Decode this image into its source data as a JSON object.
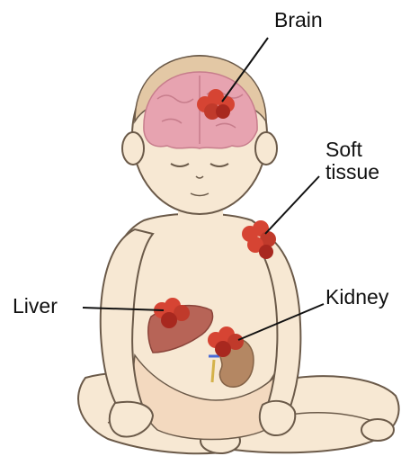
{
  "labels": {
    "brain": "Brain",
    "soft_tissue_line1": "Soft",
    "soft_tissue_line2": "tissue",
    "liver": "Liver",
    "kidney": "Kidney"
  },
  "colors": {
    "skin": "#f7e8d3",
    "skin_outline": "#6b5a49",
    "hair": "#e3c8a5",
    "brain": "#e7a3b0",
    "tumor": "#d64433",
    "tumor_dark": "#a8281f",
    "liver": "#b76457",
    "kidney": "#b48763",
    "leader_line": "#111111"
  },
  "icons": {
    "figure": "seated-infant-illustration",
    "tumor_marker": "tumor-cluster-icon"
  }
}
